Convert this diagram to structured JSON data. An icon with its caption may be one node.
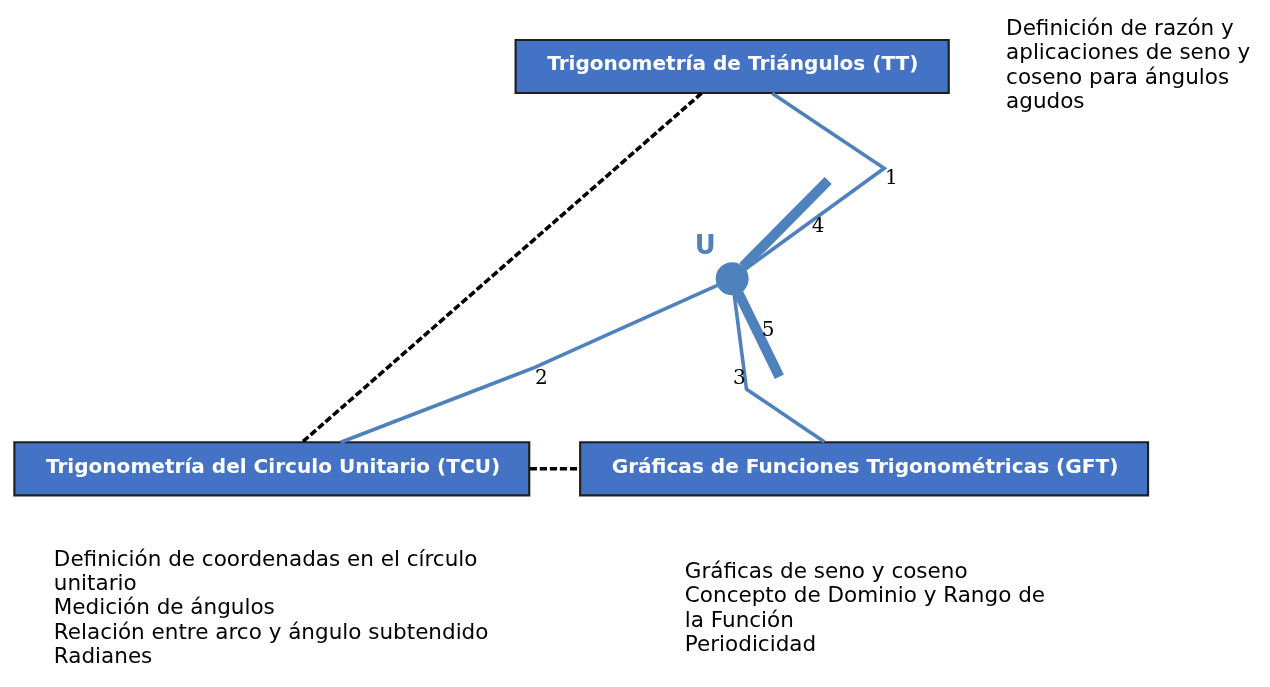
{
  "diagram": {
    "nodes": [
      {
        "text": [
          "Trigonometría de Triángulos (TT)"
        ],
        "beside": [
          "Definición de razón y aplicaciones de seno y coseno para ángulos agudos"
        ]
      },
      {
        "text": [
          "U"
        ]
      },
      {
        "text": [
          "Trigonometría del Circulo Unitario (TCU)"
        ],
        "beside": [
          "Definición de coordenadas en el círculo unitario",
          "Medición de ángulos",
          "Relación entre arco y ángulo subtendido",
          "Radianes"
        ]
      },
      {
        "text": [
          "Gráficas de Funciones Trigonométricas (GFT)"
        ],
        "beside": [
          "Gráficas de seno y coseno",
          "Concepto de Dominio y Rango de la Función",
          "Periodicidad"
        ]
      }
    ],
    "edges": [
      {
        "from": 1,
        "to": 0,
        "arrow": "none",
        "label": "1"
      },
      {
        "from": 1,
        "to": 2,
        "arrow": "none",
        "label": "2"
      },
      {
        "from": 1,
        "to": 3,
        "arrow": "none",
        "label": "3"
      },
      {
        "from": 1,
        "to": null,
        "arrow": "none",
        "label": "4",
        "style": "thick"
      },
      {
        "from": 1,
        "to": null,
        "arrow": "none",
        "label": "5",
        "style": "thick"
      },
      {
        "from": 0,
        "to": 2,
        "arrow": "none",
        "style": "dashed",
        "color": "#000000"
      },
      {
        "from": 2,
        "to": 3,
        "arrow": "none",
        "style": "dashed",
        "color": "#000000"
      }
    ]
  }
}
